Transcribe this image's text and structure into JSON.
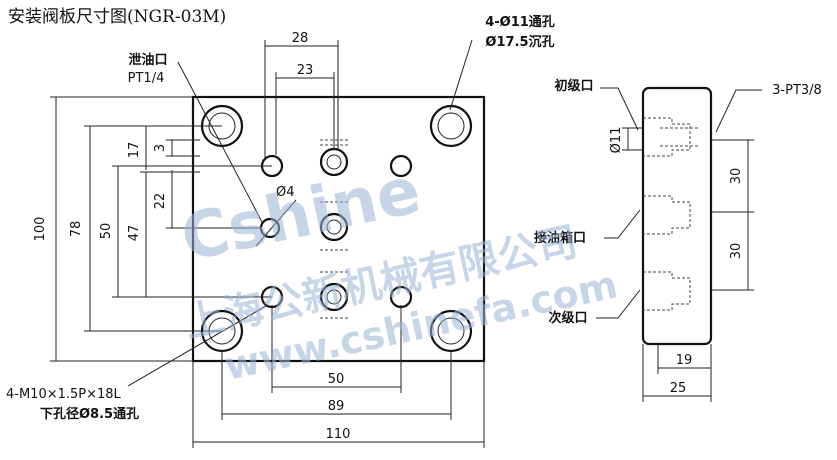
{
  "title": "安装阀板尺寸图(NGR-03M)",
  "dims": {
    "d28": "28",
    "d23": "23",
    "d17": "17",
    "d3": "3",
    "d22": "22",
    "d47": "47",
    "d50v": "50",
    "d78": "78",
    "d100": "100",
    "d50h": "50",
    "d89": "89",
    "d110": "110",
    "dphi4": "Ø4",
    "dphi11": "Ø11",
    "d30a": "30",
    "d30b": "30",
    "d19": "19",
    "d25": "25"
  },
  "labels": {
    "drain_port": "泄油口",
    "drain_size": "PT1/4",
    "bolt_holes": "4-Ø11通孔",
    "counterbore": "Ø17.5沉孔",
    "primary_port": "初级口",
    "ports_size": "3-PT3/8",
    "tank_port": "接油箱口",
    "secondary_port": "次级口",
    "thread_spec": "4-M10×1.5P×18L",
    "tap_drill": "下孔径Ø8.5通孔"
  },
  "watermark": {
    "brand": "Cshine",
    "company": "上海公新机械有限公司",
    "url": "www.cshinefa.com"
  }
}
